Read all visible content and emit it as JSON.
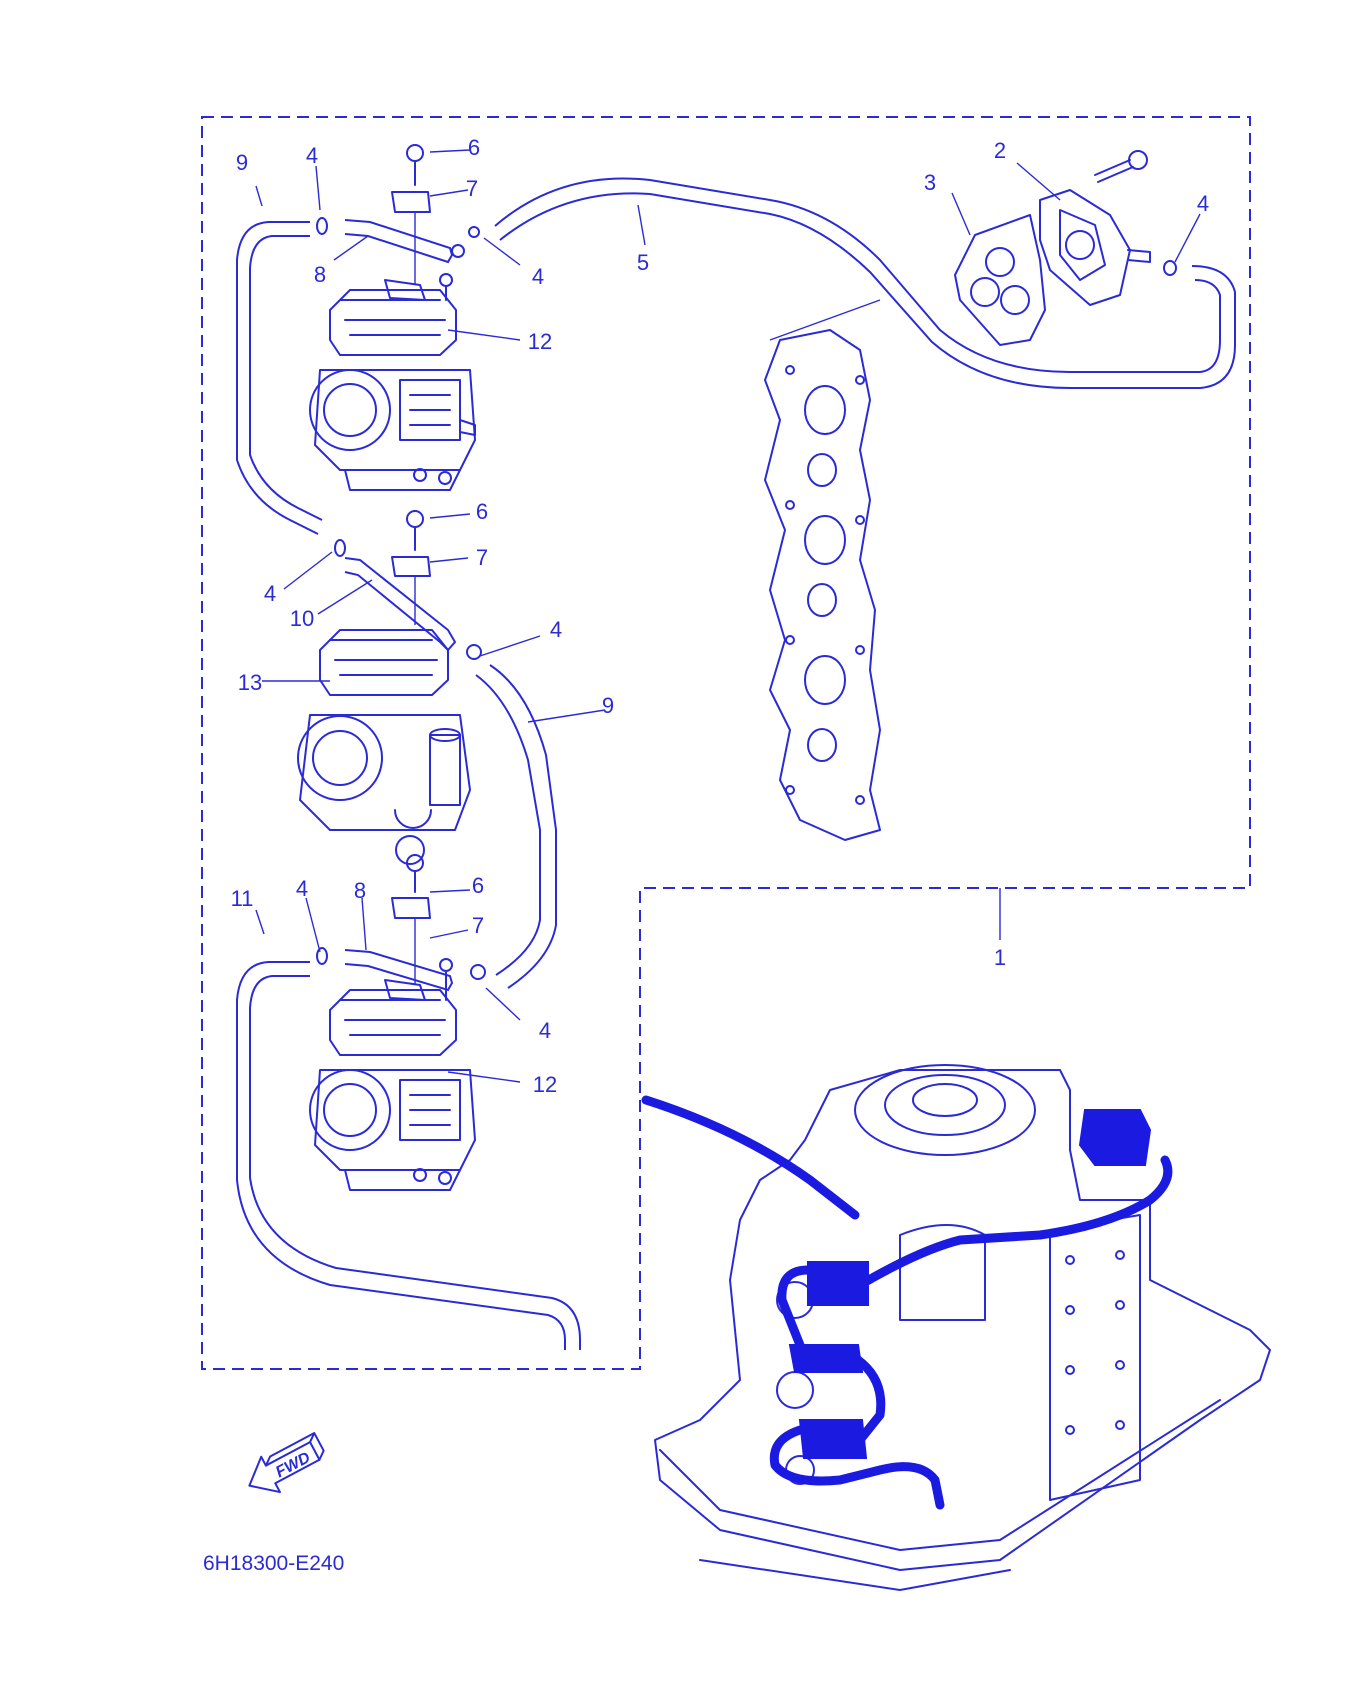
{
  "callouts": {
    "c1": "1",
    "c2": "2",
    "c3": "3",
    "c4a": "4",
    "c4b": "4",
    "c4c": "4",
    "c4d": "4",
    "c4e": "4",
    "c4f": "4",
    "c4g": "4",
    "c5": "5",
    "c6a": "6",
    "c6b": "6",
    "c6c": "6",
    "c7a": "7",
    "c7b": "7",
    "c7c": "7",
    "c8a": "8",
    "c8b": "8",
    "c9a": "9",
    "c9b": "9",
    "c10": "10",
    "c11": "11",
    "c12a": "12",
    "c12b": "12",
    "c13": "13"
  },
  "fwd_arrow": "FWD",
  "diagram_code": "6H18300-E240",
  "colors": {
    "line": "#2b2bd6",
    "harness": "#1a1ae0",
    "background": "#ffffff"
  }
}
